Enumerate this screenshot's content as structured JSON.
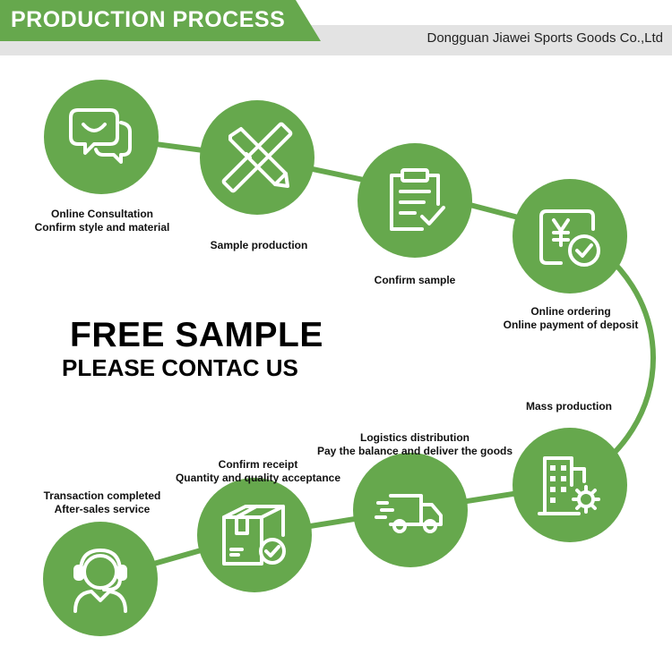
{
  "header": {
    "title": "PRODUCTION PROCESS",
    "company": "Dongguan Jiawei Sports Goods Co.,Ltd"
  },
  "colors": {
    "accent": "#66a84d",
    "header_bar": "#e3e3e3",
    "text": "#111111"
  },
  "steps": [
    {
      "lines": [
        "Online Consultation",
        "Confirm style and material"
      ],
      "icon": "chat-bubbles-icon"
    },
    {
      "lines": [
        "Sample production"
      ],
      "icon": "ruler-pencil-icon"
    },
    {
      "lines": [
        "Confirm sample"
      ],
      "icon": "clipboard-check-icon"
    },
    {
      "lines": [
        "Online ordering",
        "Online payment of deposit"
      ],
      "icon": "yen-payment-icon"
    },
    {
      "lines": [
        "Mass production"
      ],
      "icon": "factory-gear-icon"
    },
    {
      "lines": [
        "Logistics distribution",
        "Pay the balance and deliver the goods"
      ],
      "icon": "delivery-truck-icon"
    },
    {
      "lines": [
        "Confirm receipt",
        "Quantity and quality acceptance"
      ],
      "icon": "package-check-icon"
    },
    {
      "lines": [
        "Transaction completed",
        "After-sales service"
      ],
      "icon": "headset-agent-icon"
    }
  ],
  "promo": {
    "title": "FREE SAMPLE",
    "subtitle": "PLEASE CONTAC US"
  }
}
